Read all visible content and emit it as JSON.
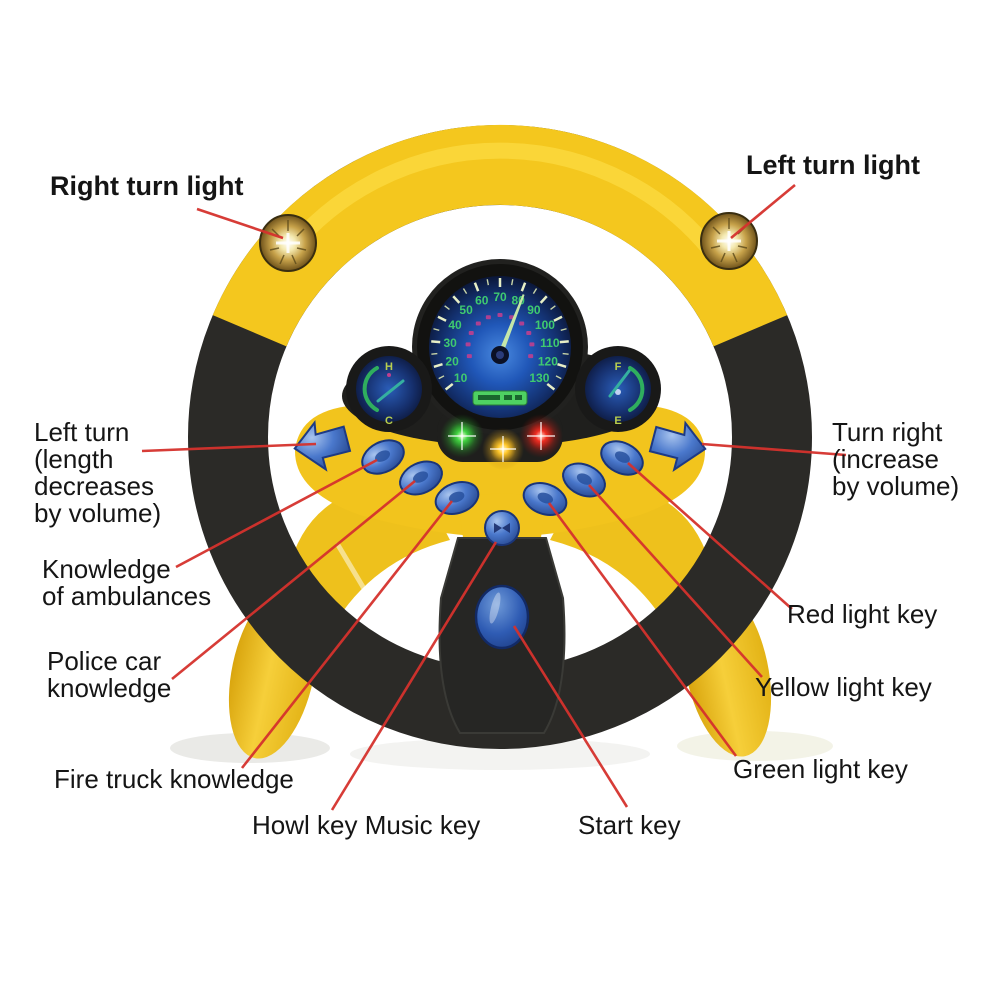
{
  "labels": {
    "right_turn_light": "Right turn light",
    "left_turn_light": "Left turn light",
    "left_turn_volume": "Left turn\n(length\ndecreases\nby volume)",
    "turn_right_volume": "Turn right\n(increase\nby volume)",
    "ambulance": "Knowledge\nof ambulances",
    "police": "Police car\nknowledge",
    "fire": "Fire truck knowledge",
    "howl_music": "Howl key Music key",
    "start": "Start key",
    "red": "Red light key",
    "yellow": "Yellow light key",
    "green": "Green light key"
  },
  "speedometer": {
    "numbers": [
      10,
      20,
      30,
      40,
      50,
      60,
      70,
      80,
      90,
      100,
      110,
      120,
      130
    ],
    "needle_value": 80,
    "inner_scale_color": "#bf3f8f",
    "numeral_color": "#3fca70",
    "lcd_color": "#4ed162"
  },
  "gauges": {
    "left": {
      "top": "H",
      "bottom": "C"
    },
    "right": {
      "top": "F",
      "bottom": "E"
    }
  },
  "indicator_lights": [
    {
      "name": "green-light",
      "color": "#3fd23f"
    },
    {
      "name": "yellow-light",
      "color": "#ffc627"
    },
    {
      "name": "red-light",
      "color": "#ef2a1f"
    }
  ],
  "colors": {
    "wheel_yellow": "#f4c71e",
    "grip_black": "#2b2a27",
    "button_blue": "#3f6fc5",
    "callout_red": "#d5322d",
    "face_navy": "#0d1434",
    "lamp_gold": "#c7a24a"
  }
}
